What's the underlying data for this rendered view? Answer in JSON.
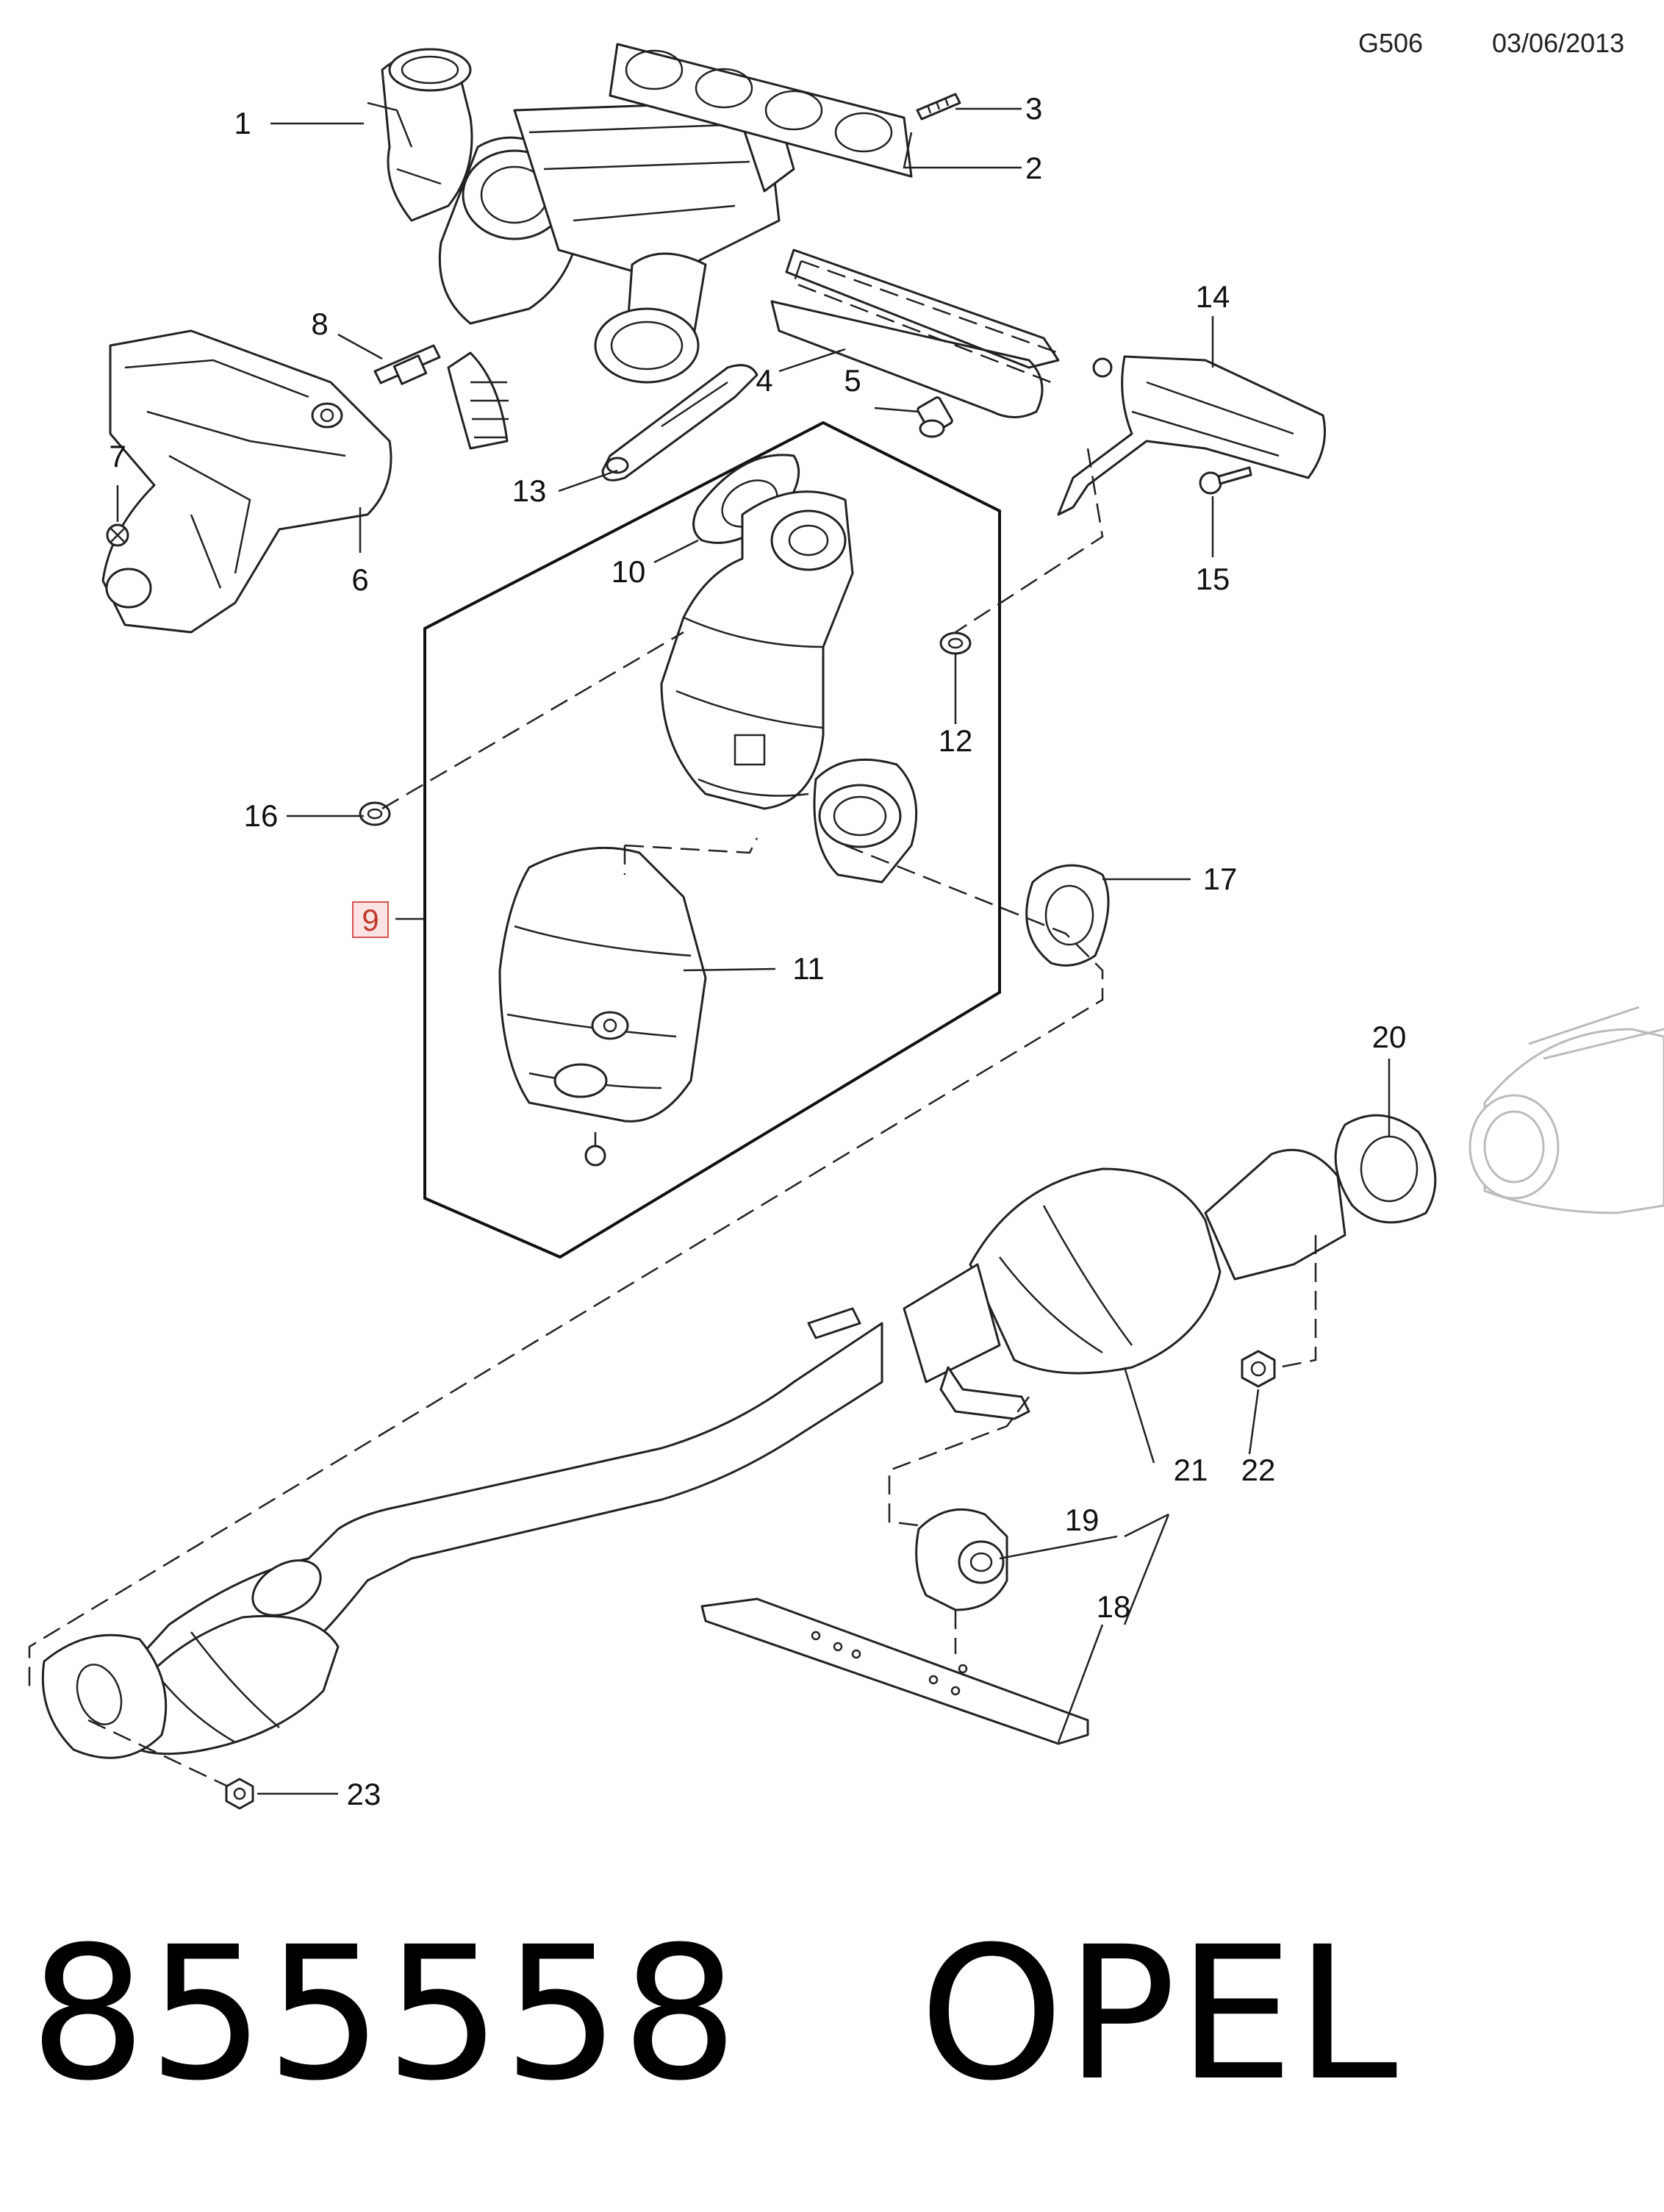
{
  "header": {
    "diagram_code": "G506",
    "date": "03/06/2013"
  },
  "footer": {
    "part_number": "855558",
    "brand": "OPEL"
  },
  "highlighted_callout": "9",
  "callouts": {
    "c1": "1",
    "c2": "2",
    "c3": "3",
    "c4": "4",
    "c5": "5",
    "c6": "6",
    "c7": "7",
    "c8": "8",
    "c9": "9",
    "c10": "10",
    "c11": "11",
    "c12": "12",
    "c13": "13",
    "c14": "14",
    "c15": "15",
    "c16": "16",
    "c17": "17",
    "c18": "18",
    "c19": "19",
    "c20": "20",
    "c21": "21",
    "c22": "22",
    "c23": "23"
  },
  "colors": {
    "highlight_border": "#d9534f",
    "highlight_fill": "#fbe3e3",
    "line": "#222222"
  }
}
